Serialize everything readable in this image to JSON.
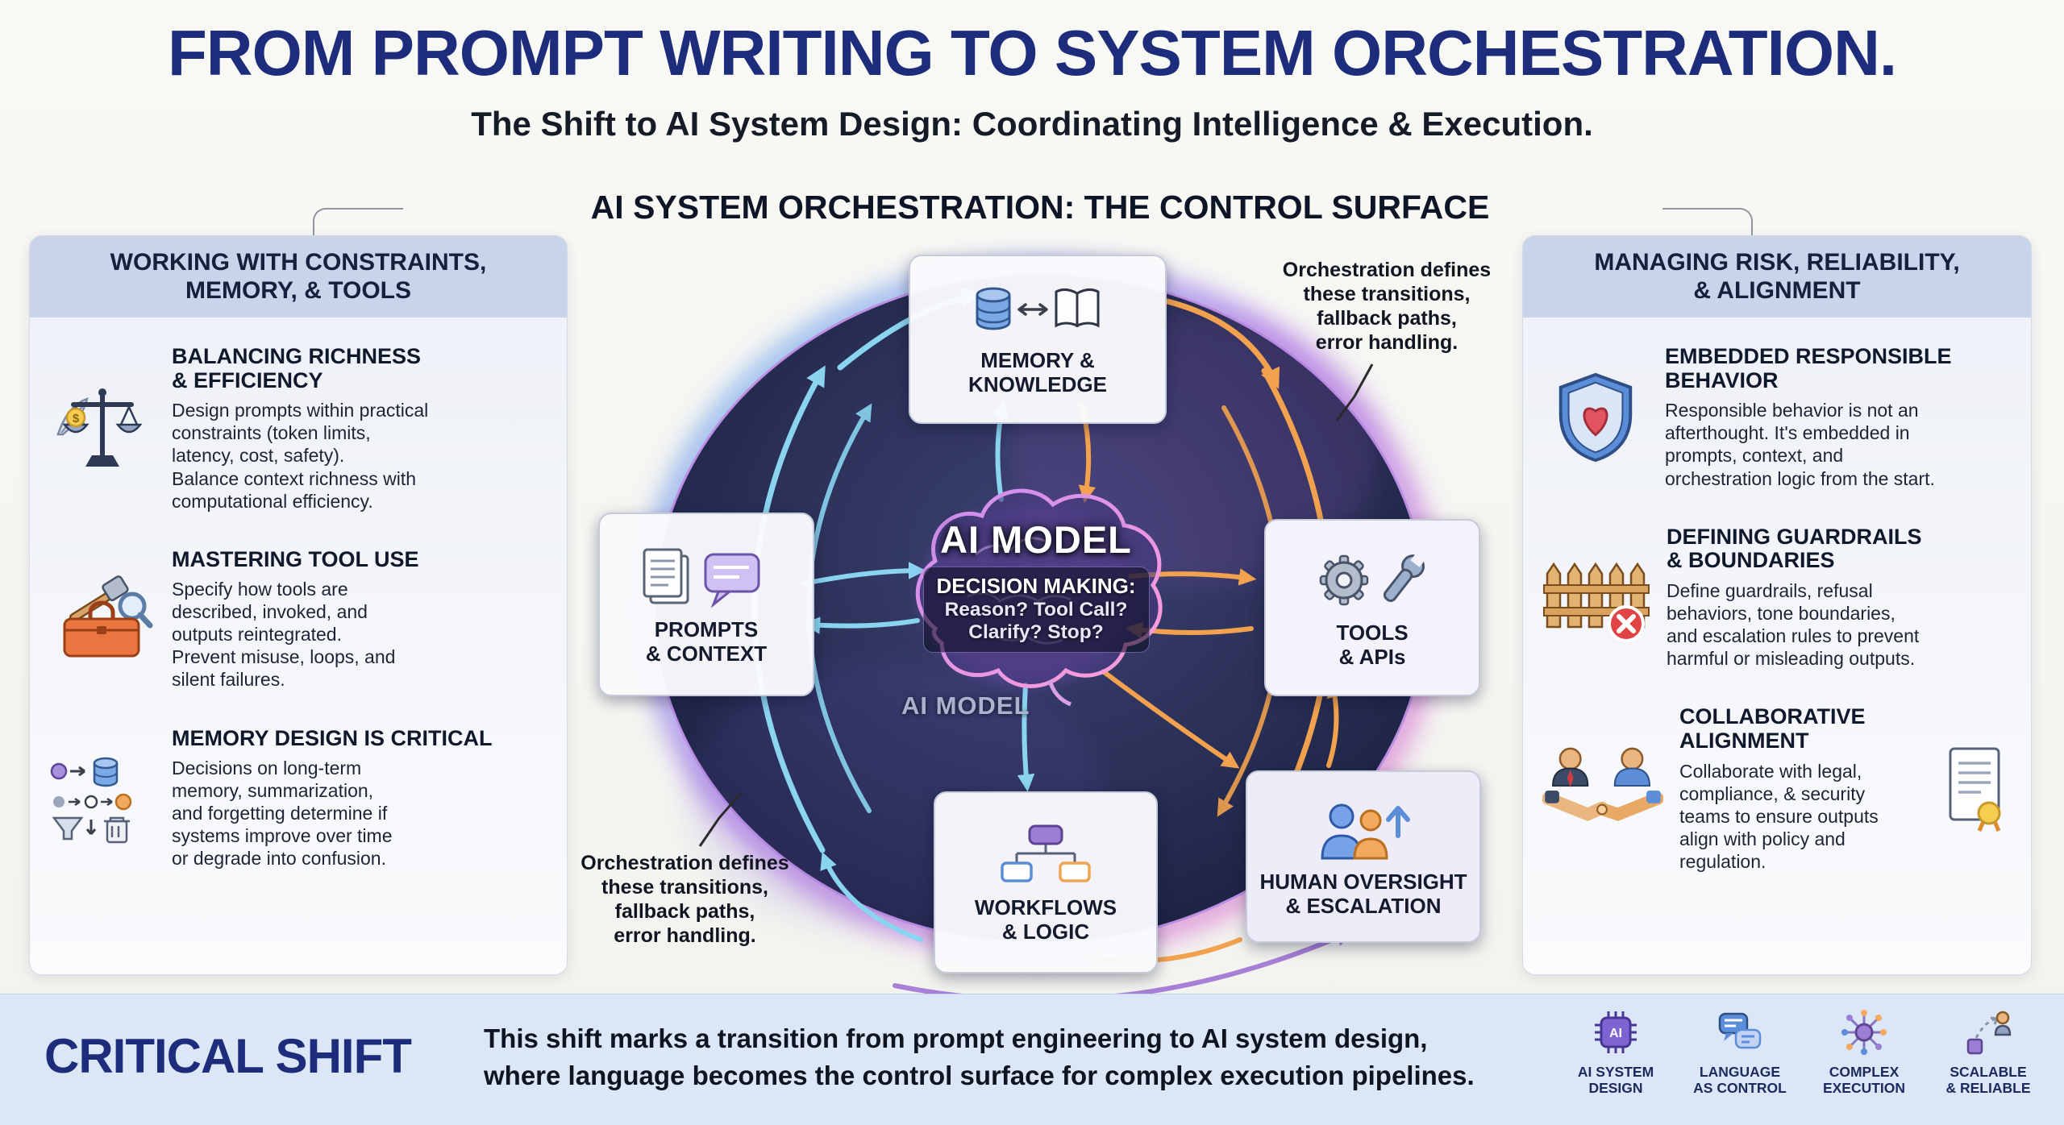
{
  "header": {
    "title": "FROM PROMPT WRITING TO SYSTEM ORCHESTRATION.",
    "subtitle": "The Shift to AI System Design: Coordinating Intelligence & Execution."
  },
  "diagram": {
    "heading": "AI SYSTEM ORCHESTRATION: THE CONTROL SURFACE",
    "center": {
      "name": "AI MODEL",
      "decision_label": "DECISION MAKING:",
      "question_line1": "Reason? Tool Call?",
      "question_line2": "Clarify? Stop?",
      "watermark": "AI MODEL"
    },
    "nodes": [
      {
        "id": "memory",
        "label": "MEMORY &\nKNOWLEDGE",
        "icon": "database-book-icon"
      },
      {
        "id": "prompts",
        "label": "PROMPTS\n& CONTEXT",
        "icon": "documents-chat-icon"
      },
      {
        "id": "tools",
        "label": "TOOLS\n& APIs",
        "icon": "gear-wrench-icon"
      },
      {
        "id": "workflows",
        "label": "WORKFLOWS\n& LOGIC",
        "icon": "flowchart-icon"
      },
      {
        "id": "human",
        "label": "HUMAN OVERSIGHT\n& ESCALATION",
        "icon": "people-escalation-icon"
      }
    ],
    "annotation_top_right": "Orchestration defines\nthese transitions,\nfallback paths,\nerror handling.",
    "annotation_bottom_left": "Orchestration defines\nthese transitions,\nfallback paths,\nerror handling."
  },
  "left_panel": {
    "title": "WORKING WITH CONSTRAINTS,\nMEMORY, & TOOLS",
    "items": [
      {
        "heading": "BALANCING RICHNESS\n& EFFICIENCY",
        "body": "Design prompts within practical\nconstraints (token limits,\nlatency, cost, safety).\nBalance context richness with\ncomputational efficiency.",
        "icon": "balance-scale-icon"
      },
      {
        "heading": "MASTERING TOOL USE",
        "body": "Specify how tools are\ndescribed, invoked, and\noutputs reintegrated.\nPrevent misuse, loops, and\nsilent failures.",
        "icon": "toolbox-icon"
      },
      {
        "heading": "MEMORY DESIGN IS CRITICAL",
        "body": "Decisions on long-term\nmemory, summarization,\nand forgetting determine if\nsystems improve over time\nor degrade into confusion.",
        "icon": "memory-pipeline-icon"
      }
    ]
  },
  "right_panel": {
    "title": "MANAGING RISK, RELIABILITY,\n& ALIGNMENT",
    "items": [
      {
        "heading": "EMBEDDED RESPONSIBLE\nBEHAVIOR",
        "body": "Responsible behavior is not an\nafterthought. It's embedded in\nprompts, context, and\norchestration logic from the start.",
        "icon": "shield-heart-icon"
      },
      {
        "heading": "DEFINING GUARDRAILS\n& BOUNDARIES",
        "body": "Define guardrails, refusal\nbehaviors, tone boundaries,\nand escalation rules to prevent\nharmful or misleading outputs.",
        "icon": "guardrail-fence-icon"
      },
      {
        "heading": "COLLABORATIVE\nALIGNMENT",
        "body": "Collaborate with legal,\ncompliance, & security\nteams to ensure outputs\nalign with policy and regulation.",
        "icon": "handshake-icon"
      }
    ]
  },
  "footer": {
    "title": "CRITICAL SHIFT",
    "body": "This shift marks a transition from prompt engineering to AI system design,\nwhere language becomes the control surface for complex execution pipelines.",
    "badges": [
      {
        "label": "AI SYSTEM\nDESIGN",
        "icon": "ai-chip-icon"
      },
      {
        "label": "LANGUAGE\nAS CONTROL",
        "icon": "chat-bubbles-icon"
      },
      {
        "label": "COMPLEX\nEXECUTION",
        "icon": "network-icon"
      },
      {
        "label": "SCALABLE\n& RELIABLE",
        "icon": "scalable-icon"
      }
    ]
  },
  "colors": {
    "title_navy": "#1d2d7c",
    "panel_header_blue": "#c7d4e9",
    "footer_bg": "#dbe7f6",
    "accent_cyan": "#8ad4f0",
    "accent_orange": "#f2a24e",
    "accent_purple": "#a77fd6",
    "glow_pink": "#f09ad0",
    "circle_dark_navy": "#1c2240"
  }
}
